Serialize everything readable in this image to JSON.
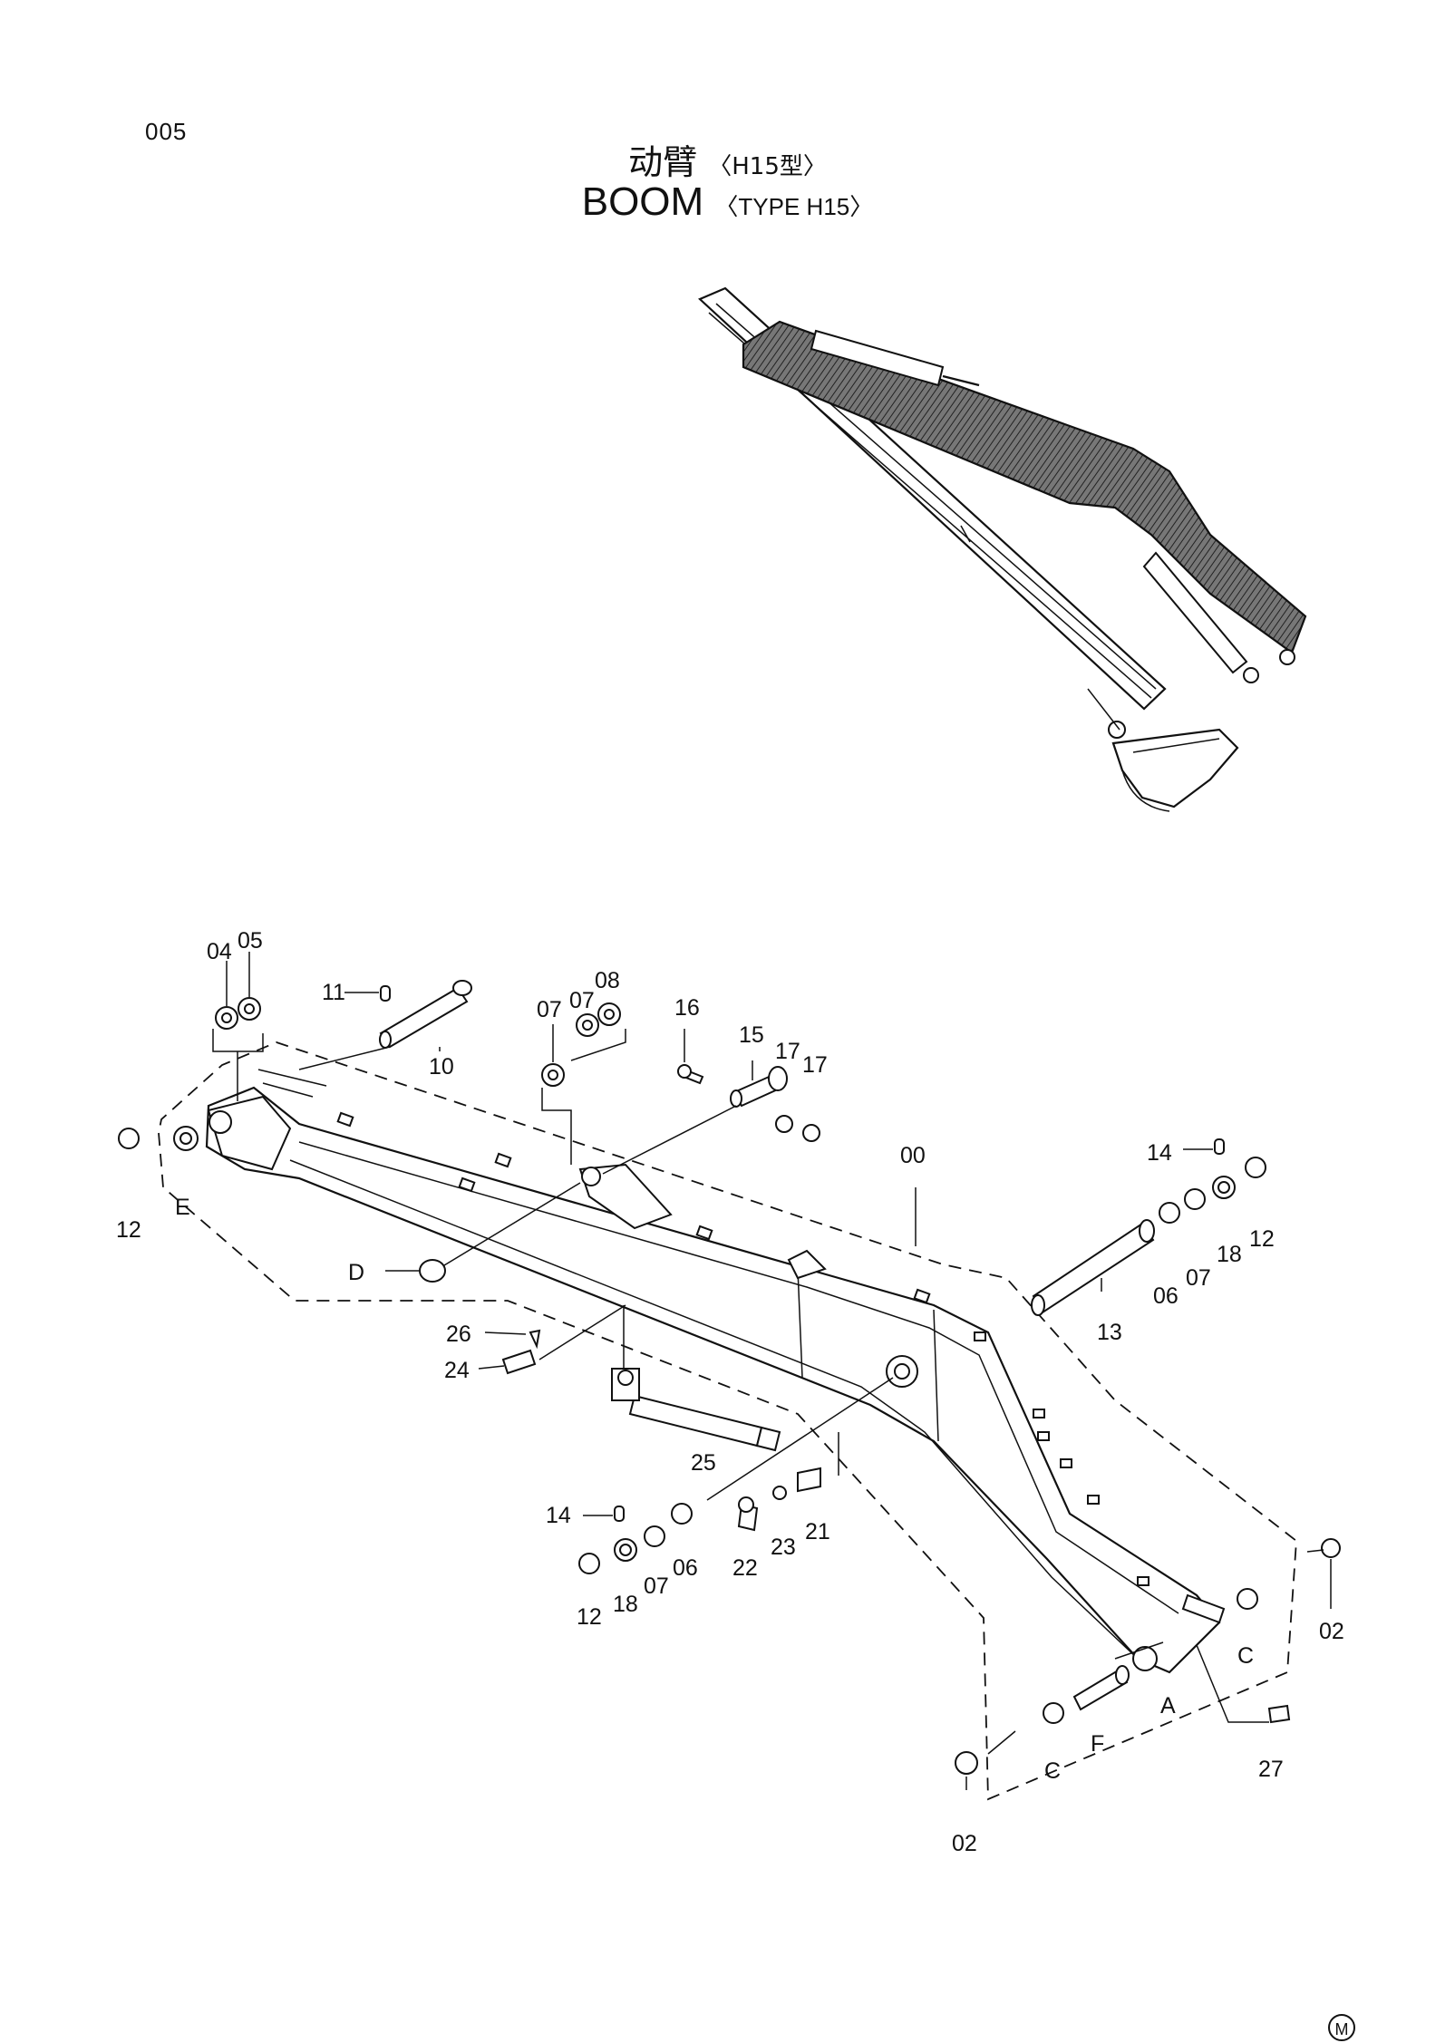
{
  "page_number": "005",
  "title_cn": "动臂",
  "title_cn_type": "〈H15型〉",
  "title_en": "BOOM",
  "title_en_type": "〈TYPE H15〉",
  "manufacturer_mark": "M",
  "callouts": {
    "c00": "00",
    "c02a": "02",
    "c02b": "02",
    "c04": "04",
    "c05": "05",
    "c06a": "06",
    "c06b": "06",
    "c07a": "07",
    "c07b": "07",
    "c07c": "07",
    "c07d": "07",
    "c08": "08",
    "c10": "10",
    "c11": "11",
    "c12a": "12",
    "c12b": "12",
    "c12c": "12",
    "c13": "13",
    "c14a": "14",
    "c14b": "14",
    "c15": "15",
    "c16": "16",
    "c17a": "17",
    "c17b": "17",
    "c18a": "18",
    "c18b": "18",
    "c21": "21",
    "c22": "22",
    "c23": "23",
    "c24": "24",
    "c25": "25",
    "c26": "26",
    "c27": "27",
    "refA": "A",
    "refC1": "C",
    "refC2": "C",
    "refD": "D",
    "refE": "E",
    "refF": "F"
  }
}
